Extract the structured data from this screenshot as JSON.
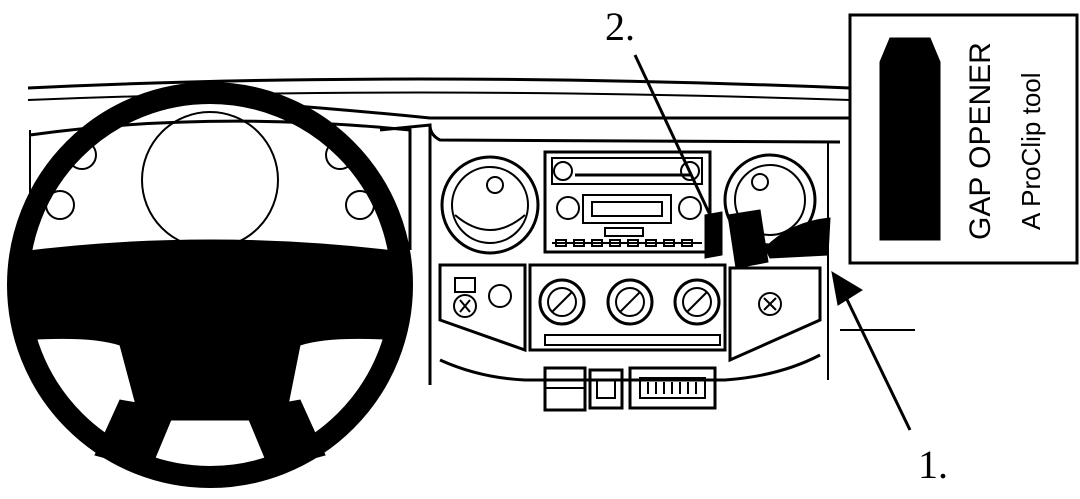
{
  "callouts": {
    "label_1": "1.",
    "label_2": "2."
  },
  "tool_box": {
    "line1": "GAP OPENER",
    "line2": "A ProClip tool"
  },
  "colors": {
    "ink": "#000000",
    "paper": "#ffffff"
  }
}
